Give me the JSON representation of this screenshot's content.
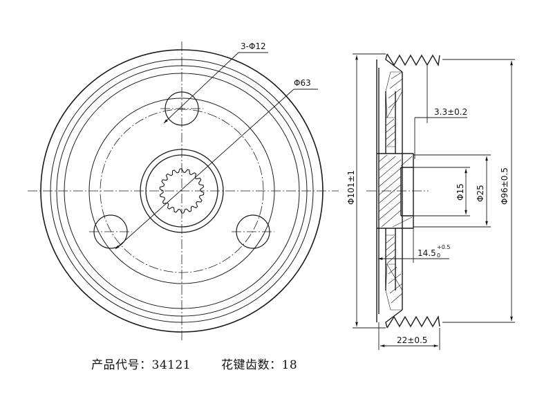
{
  "dimensions": {
    "holes": "3-Φ12",
    "pcd": "Φ63",
    "groove_depth": "3.3±0.2",
    "bore_small": "Φ15",
    "bore_large": "Φ25",
    "outer_dia": "Φ101±1",
    "groove_dia": "Φ96±0.5",
    "hub_length_main": "14.5",
    "hub_length_upper": "+0.5",
    "hub_length_lower": "0",
    "width": "22±0.5"
  },
  "caption": {
    "product_code": "产品代号：34121",
    "spline_teeth": "花键齿数：18"
  }
}
